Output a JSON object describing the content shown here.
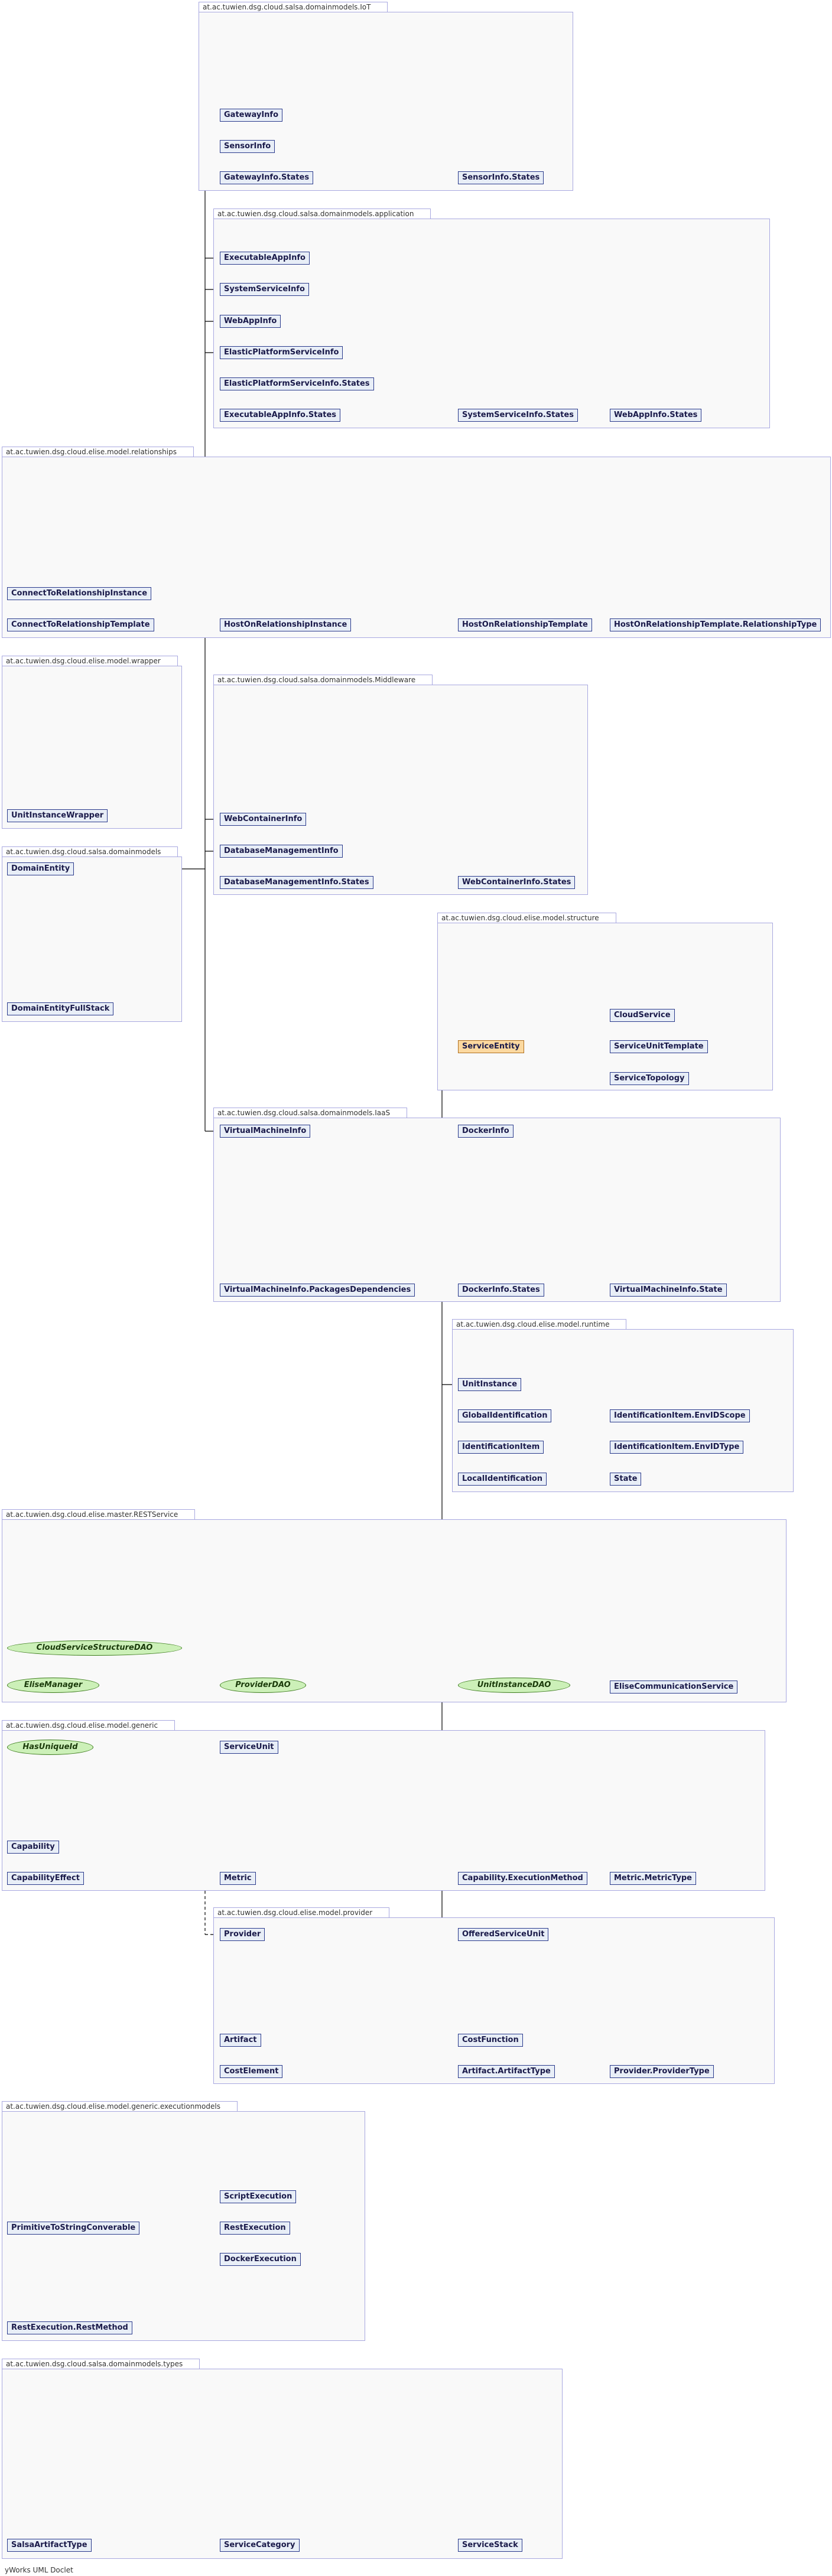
{
  "packages": {
    "iot": {
      "name": "at.ac.tuwien.dsg.cloud.salsa.domainmodels.IoT",
      "classes": [
        "GatewayInfo",
        "SensorInfo",
        "GatewayInfo.States",
        "SensorInfo.States"
      ]
    },
    "application": {
      "name": "at.ac.tuwien.dsg.cloud.salsa.domainmodels.application",
      "classes": [
        "ExecutableAppInfo",
        "SystemServiceInfo",
        "WebAppInfo",
        "ElasticPlatformServiceInfo",
        "ElasticPlatformServiceInfo.States",
        "ExecutableAppInfo.States",
        "SystemServiceInfo.States",
        "WebAppInfo.States"
      ]
    },
    "relationships": {
      "name": "at.ac.tuwien.dsg.cloud.elise.model.relationships",
      "classes": [
        "ConnectToRelationshipInstance",
        "ConnectToRelationshipTemplate",
        "HostOnRelationshipInstance",
        "HostOnRelationshipTemplate",
        "HostOnRelationshipTemplate.RelationshipType"
      ]
    },
    "wrapper": {
      "name": "at.ac.tuwien.dsg.cloud.elise.model.wrapper",
      "classes": [
        "UnitInstanceWrapper"
      ]
    },
    "middleware": {
      "name": "at.ac.tuwien.dsg.cloud.salsa.domainmodels.Middleware",
      "classes": [
        "WebContainerInfo",
        "DatabaseManagementInfo",
        "DatabaseManagementInfo.States",
        "WebContainerInfo.States"
      ]
    },
    "domainmodels": {
      "name": "at.ac.tuwien.dsg.cloud.salsa.domainmodels",
      "classes": [
        "DomainEntity",
        "DomainEntityFullStack"
      ]
    },
    "structure": {
      "name": "at.ac.tuwien.dsg.cloud.elise.model.structure",
      "classes": [
        "CloudService",
        "ServiceEntity",
        "ServiceUnitTemplate",
        "ServiceTopology"
      ]
    },
    "iaas": {
      "name": "at.ac.tuwien.dsg.cloud.salsa.domainmodels.IaaS",
      "classes": [
        "VirtualMachineInfo",
        "DockerInfo",
        "VirtualMachineInfo.PackagesDependencies",
        "DockerInfo.States",
        "VirtualMachineInfo.State"
      ]
    },
    "runtime": {
      "name": "at.ac.tuwien.dsg.cloud.elise.model.runtime",
      "classes": [
        "UnitInstance",
        "GlobalIdentification",
        "IdentificationItem.EnvIDScope",
        "IdentificationItem",
        "IdentificationItem.EnvIDType",
        "LocalIdentification",
        "State"
      ]
    },
    "rest": {
      "name": "at.ac.tuwien.dsg.cloud.elise.master.RESTService",
      "interfaces": [
        "CloudServiceStructureDAO",
        "EliseManager",
        "ProviderDAO",
        "UnitInstanceDAO"
      ],
      "classes": [
        "EliseCommunicationService"
      ]
    },
    "generic": {
      "name": "at.ac.tuwien.dsg.cloud.elise.model.generic",
      "interfaces": [
        "HasUniqueId"
      ],
      "classes": [
        "ServiceUnit",
        "Capability",
        "CapabilityEffect",
        "Metric",
        "Capability.ExecutionMethod",
        "Metric.MetricType"
      ]
    },
    "provider": {
      "name": "at.ac.tuwien.dsg.cloud.elise.model.provider",
      "classes": [
        "Provider",
        "OfferedServiceUnit",
        "Artifact",
        "CostFunction",
        "CostElement",
        "Artifact.ArtifactType",
        "Provider.ProviderType"
      ]
    },
    "execution": {
      "name": "at.ac.tuwien.dsg.cloud.elise.model.generic.executionmodels",
      "classes": [
        "ScriptExecution",
        "PrimitiveToStringConverable",
        "RestExecution",
        "DockerExecution",
        "RestExecution.RestMethod"
      ]
    },
    "types": {
      "name": "at.ac.tuwien.dsg.cloud.salsa.domainmodels.types",
      "classes": [
        "SalsaArtifactType",
        "ServiceCategory",
        "ServiceStack"
      ]
    }
  },
  "footer": "yWorks UML Doclet",
  "colors": {
    "package_border": "#a8a8e0",
    "class_fill": "#e8eef7",
    "class_border": "#2a3a8c",
    "highlight_fill": "#fcd9a0",
    "interface_fill": "#ccf0b8"
  }
}
